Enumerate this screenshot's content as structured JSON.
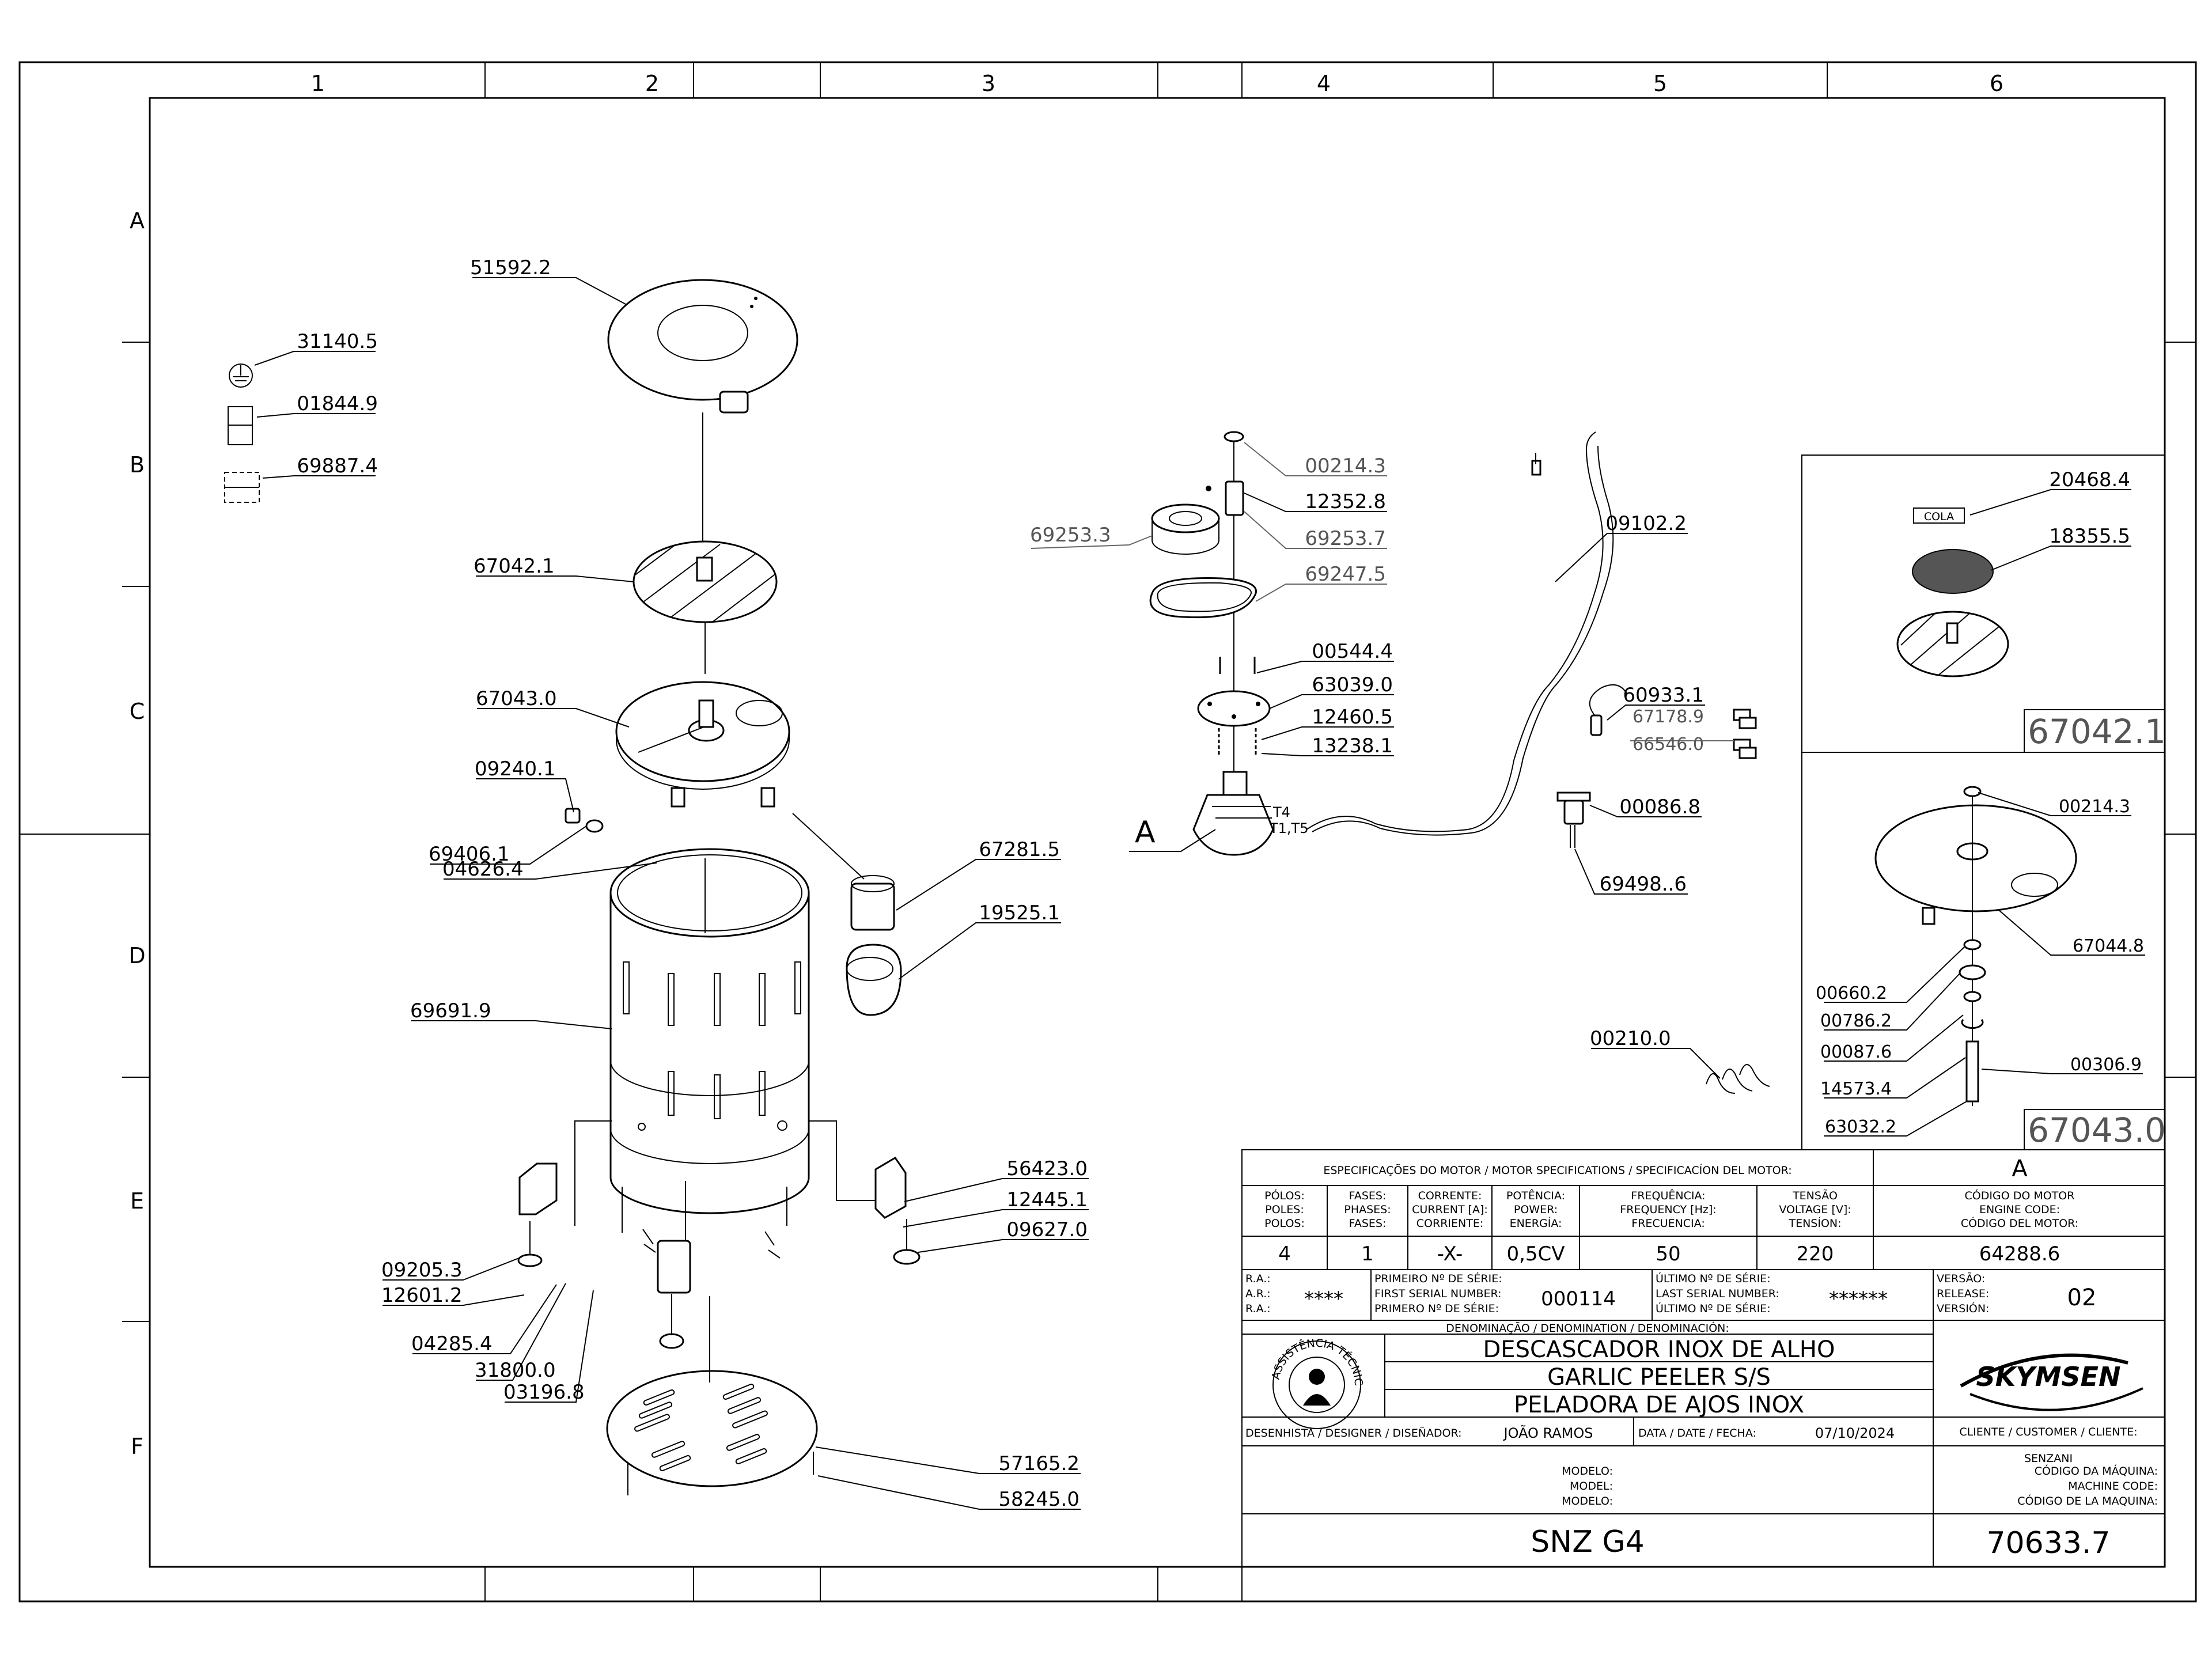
{
  "grid": {
    "columns": [
      "1",
      "2",
      "3",
      "4",
      "5",
      "6"
    ],
    "rows": [
      "A",
      "B",
      "C",
      "D",
      "E",
      "F"
    ]
  },
  "callouts": [
    "31140.5",
    "01844.9",
    "69887.4",
    "51592.2",
    "67042.1",
    "67043.0",
    "09240.1",
    "69406.1",
    "04626.4",
    "67281.5",
    "19525.1",
    "69691.9",
    "56423.0",
    "12445.1",
    "09627.0",
    "09205.3",
    "12601.2",
    "04285.4",
    "31800.0",
    "03196.8",
    "57165.2",
    "58245.0",
    "00214.3",
    "12352.8",
    "69253.3",
    "69253.7",
    "69247.5",
    "00544.4",
    "63039.0",
    "12460.5",
    "13238.1",
    "09102.2",
    "60933.1",
    "67178.9",
    "66546.0",
    "00086.8",
    "69498..6",
    "00210.0"
  ],
  "detail_a_label": "A",
  "motor_terminals": [
    "T4",
    "T1,T5"
  ],
  "inset_top": {
    "callouts": [
      "20468.4",
      "18355.5"
    ],
    "tag": "COLA",
    "ref": "67042.1"
  },
  "inset_bottom": {
    "callouts": [
      "00214.3",
      "67044.8",
      "00660.2",
      "00786.2",
      "00087.6",
      "00306.9",
      "14573.4",
      "63032.2"
    ],
    "ref": "67043.0"
  },
  "title_block": {
    "motor_spec_header": "ESPECIFICAÇÕES DO MOTOR / MOTOR SPECIFICATIONS / SPECIFICACÍON DEL MOTOR:",
    "detail_letter": "A",
    "columns": [
      {
        "h1": "PÓLOS:",
        "h2": "POLES:",
        "h3": "POLOS:",
        "value": "4"
      },
      {
        "h1": "FASES:",
        "h2": "PHASES:",
        "h3": "FASES:",
        "value": "1"
      },
      {
        "h1": "CORRENTE:",
        "h2": "CURRENT [A]:",
        "h3": "CORRIENTE:",
        "value": "-X-"
      },
      {
        "h1": "POTÊNCIA:",
        "h2": "POWER:",
        "h3": "ENERGÍA:",
        "value": "0,5CV"
      },
      {
        "h1": "FREQUÊNCIA:",
        "h2": "FREQUENCY [Hz]:",
        "h3": "FRECUENCIA:",
        "value": "50"
      },
      {
        "h1": "TENSÃO",
        "h2": "VOLTAGE [V]:",
        "h3": "TENSÍON:",
        "value": "220"
      }
    ],
    "engine_code": {
      "h1": "CÓDIGO DO MOTOR",
      "h2": "ENGINE CODE:",
      "h3": "CÓDIGO DEL MOTOR:",
      "value": "64288.6"
    },
    "ra_labels": [
      "R.A.:",
      "A.R.:",
      "R.A.:"
    ],
    "ra_value": "****",
    "first_serial_labels": [
      "PRIMEIRO Nº DE SÉRIE:",
      "FIRST SERIAL NUMBER:",
      "PRIMERO Nº DE SÉRIE:"
    ],
    "first_serial": "000114",
    "last_serial_labels": [
      "ÚLTIMO Nº DE SÉRIE:",
      "LAST SERIAL NUMBER:",
      "ÚLTIMO Nº DE SÉRIE:"
    ],
    "last_serial": "******",
    "release_labels": [
      "VERSÃO:",
      "RELEASE:",
      "VERSIÓN:"
    ],
    "release": "02",
    "denomination_header": "DENOMINAÇÃO / DENOMINATION / DENOMINACIÓN:",
    "names": [
      "DESCASCADOR INOX DE ALHO",
      "GARLIC PEELER S/S",
      "PELADORA DE AJOS INOX"
    ],
    "seal_text": "ASSISTÊNCIA TÉCNICA AUTORIZADA",
    "brand": "SKYMSEN",
    "client_label": "CLIENTE / CUSTOMER / CLIENTE:",
    "client": "SENZANI",
    "designer_label": "DESENHISTA / DESIGNER / DISEÑADOR:",
    "designer": "JOÃO RAMOS",
    "date_label": "DATA / DATE / FECHA:",
    "date": "07/10/2024",
    "model_labels": [
      "MODELO:",
      "MODEL:",
      "MODELO:"
    ],
    "machine_code_labels": [
      "CÓDIGO DA MÁQUINA:",
      "MACHINE CODE:",
      "CÓDIGO DE LA MAQUINA:"
    ],
    "model": "SNZ G4",
    "machine_code": "70633.7"
  }
}
